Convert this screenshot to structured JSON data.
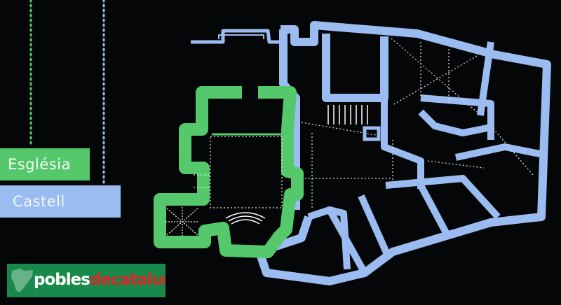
{
  "legend": {
    "esglesia_label": "Església",
    "castell_label": "Castell"
  },
  "logo": {
    "part1": "pobles",
    "part2": "de",
    "part3": "catalunya"
  },
  "colors": {
    "background": "#050607",
    "esglesia": "#56c86c",
    "castell": "#9bbcf0",
    "logo_bg": "#17894a",
    "logo_red": "#d9262a"
  }
}
